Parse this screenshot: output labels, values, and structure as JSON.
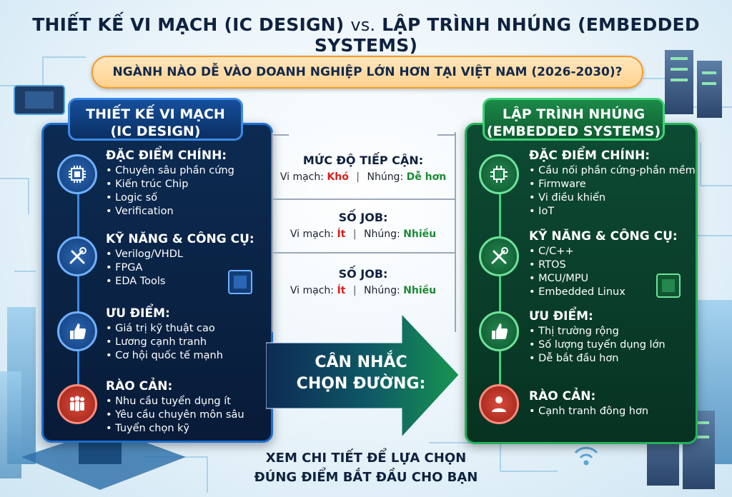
{
  "title": {
    "left": "THIẾT KẾ VI MẠCH (IC DESIGN)",
    "vs": "vs.",
    "right": "LẬP TRÌNH NHÚNG (EMBEDDED SYSTEMS)"
  },
  "subtitle": "NGÀNH NÀO DỄ VÀO DOANH NGHIỆP LỚN HƠN TẠI VIỆT NAM (2026-2030)?",
  "ic": {
    "header_line1": "THIẾT KẾ VI MẠCH",
    "header_line2": "(IC DESIGN)",
    "features": {
      "title": "ĐẶC ĐIỂM CHÍNH:",
      "items": [
        "Chuyên sâu phần cứng",
        "Kiến trúc Chip",
        "Logic số",
        "Verification"
      ]
    },
    "skills": {
      "title": "KỸ NĂNG & CÔNG CỤ:",
      "items": [
        "Verilog/VHDL",
        "FPGA",
        "EDA Tools"
      ]
    },
    "pros": {
      "title": "ƯU ĐIỂM:",
      "items": [
        "Giá trị kỹ thuật cao",
        "Lương cạnh tranh",
        "Cơ hội quốc tế mạnh"
      ]
    },
    "barriers": {
      "title": "RÀO CẢN:",
      "items": [
        "Nhu cầu tuyển dụng ít",
        "Yêu cầu chuyên môn sâu",
        "Tuyển chọn kỹ"
      ]
    }
  },
  "embedded": {
    "header_line1": "LẬP TRÌNH NHÚNG",
    "header_line2": "(EMBEDDED SYSTEMS)",
    "features": {
      "title": "ĐẶC ĐIỂM CHÍNH:",
      "items": [
        "Cầu nối phần cứng-phần mềm",
        "Firmware",
        "Vi điều khiển",
        "IoT"
      ]
    },
    "skills": {
      "title": "KỸ NĂNG & CÔNG CỤ:",
      "items": [
        "C/C++",
        "RTOS",
        "MCU/MPU",
        "Embedded Linux"
      ]
    },
    "pros": {
      "title": "ƯU ĐIỂM:",
      "items": [
        "Thị trường rộng",
        "Số lượng tuyển dụng lớn",
        "Dễ bắt đầu hơn"
      ]
    },
    "barriers": {
      "title": "RÀO CẢN:",
      "items": [
        "Cạnh tranh đông hơn"
      ]
    }
  },
  "middle": {
    "blocks": [
      {
        "title": "MỨC ĐỘ TIẾP CẬN:",
        "ic_label": "Vi mạch:",
        "ic_value": "Khó",
        "sep": "|",
        "em_label": "Nhúng:",
        "em_value": "Dễ hơn"
      },
      {
        "title": "SỐ JOB:",
        "ic_label": "Vi mạch:",
        "ic_value": "Ít",
        "sep": "|",
        "em_label": "Nhúng:",
        "em_value": "Nhiều"
      },
      {
        "title": "SỐ JOB:",
        "ic_label": "Vi mạch:",
        "ic_value": "Ít",
        "sep": "|",
        "em_label": "Nhúng:",
        "em_value": "Nhiều"
      }
    ],
    "arrow_line1": "CÂN NHẮC",
    "arrow_line2": "CHỌN ĐƯỜNG:"
  },
  "footer": {
    "line1": "XEM CHI TIẾT ĐỂ LỰA CHỌN",
    "line2": "ĐÚNG ĐIỂM BẮT ĐẦU CHO BẠN"
  },
  "colors": {
    "ic_accent": "#1b6ed1",
    "em_accent": "#22b35a",
    "warn": "#d6201a",
    "good": "#1b8a35",
    "pill": "#f39a2c"
  }
}
